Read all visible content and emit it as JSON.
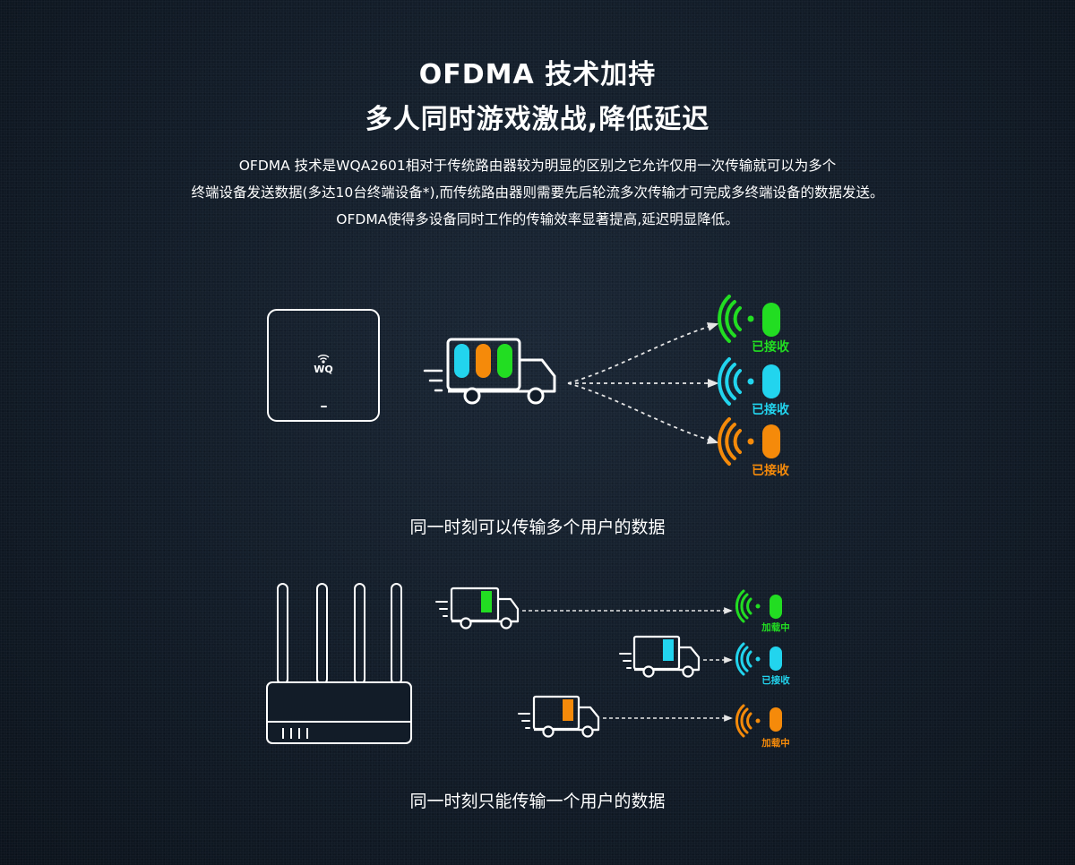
{
  "title_line1": "OFDMA  技术加持",
  "title_line2": "多人同时游戏激战,降低延迟",
  "description": [
    "OFDMA 技术是WQA2601相对于传统路由器较为明显的区别之它允许仅用一次传输就可以为多个",
    "终端设备发送数据(多达10台终端设备*),而传统路由器则需要先后轮流多次传输才可完成多终端设备的数据发送。",
    "OFDMA使得多设备同时工作的传输效率显著提高,延迟明显降低。"
  ],
  "ofdma_diagram": {
    "device_logo": "WQ",
    "device_icon": "wifi-icon",
    "receivers": [
      {
        "label": "已接收",
        "color": "#22dd22"
      },
      {
        "label": "已接收",
        "color": "#22d4ee"
      },
      {
        "label": "已接收",
        "color": "#f58a0a"
      }
    ],
    "caption": "同一时刻可以传输多个用户的数据"
  },
  "traditional_diagram": {
    "receivers": [
      {
        "label": "加载中",
        "color": "#22dd22"
      },
      {
        "label": "已接收",
        "color": "#22d4ee"
      },
      {
        "label": "加载中",
        "color": "#f58a0a"
      }
    ],
    "caption": "同一时刻只能传输一个用户的数据"
  },
  "colors": {
    "green": "#22dd22",
    "cyan": "#22d4ee",
    "orange": "#f58a0a"
  }
}
